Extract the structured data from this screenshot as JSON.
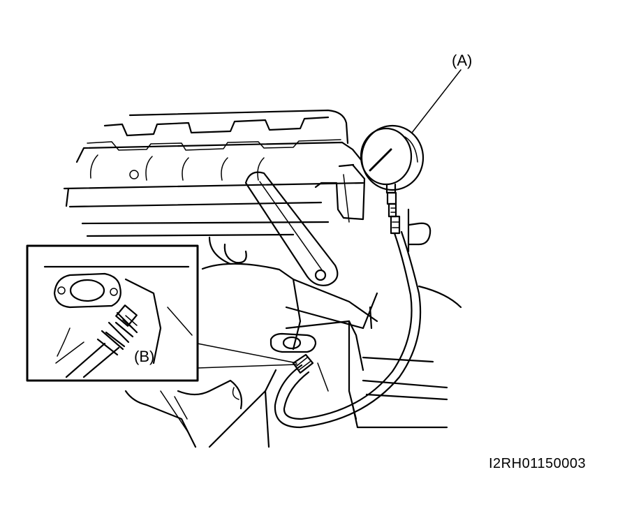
{
  "labels": {
    "gauge": "(A)",
    "fitting": "(B)"
  },
  "figure_id": "I2RH01150003",
  "colors": {
    "ink": "#000000",
    "paper": "#ffffff"
  }
}
